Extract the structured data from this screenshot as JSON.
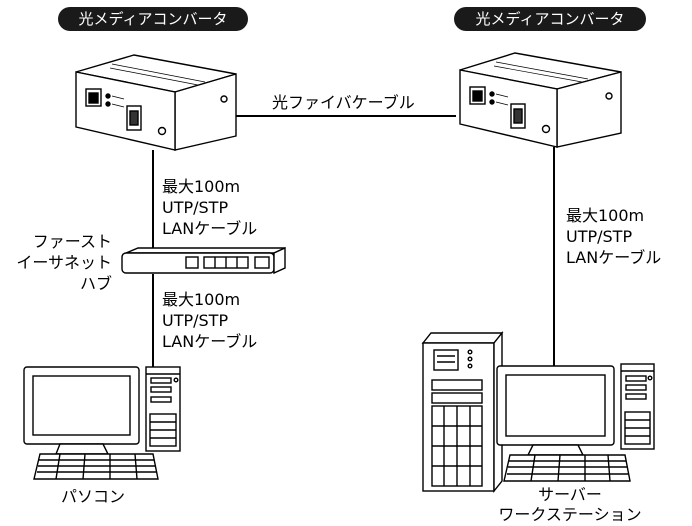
{
  "colors": {
    "pill_bg": "#1a1a1a",
    "line": "#000000",
    "device_fill": "#ffffff"
  },
  "labels": {
    "converter_left": "光メディアコンバータ",
    "converter_right": "光メディアコンバータ",
    "fiber_cable": "光ファイバケーブル",
    "cable_1": [
      "最大100m",
      "UTP/STP",
      "LANケーブル"
    ],
    "cable_2": [
      "最大100m",
      "UTP/STP",
      "LANケーブル"
    ],
    "cable_3": [
      "最大100m",
      "UTP/STP",
      "LANケーブル"
    ],
    "hub": [
      "ファースト",
      "イーサネット",
      "ハブ"
    ],
    "pc": "パソコン",
    "server": [
      "サーバー",
      "ワークステーション"
    ]
  },
  "icons": [
    "media-converter-icon",
    "ethernet-hub-icon",
    "personal-computer-icon",
    "server-tower-icon"
  ]
}
